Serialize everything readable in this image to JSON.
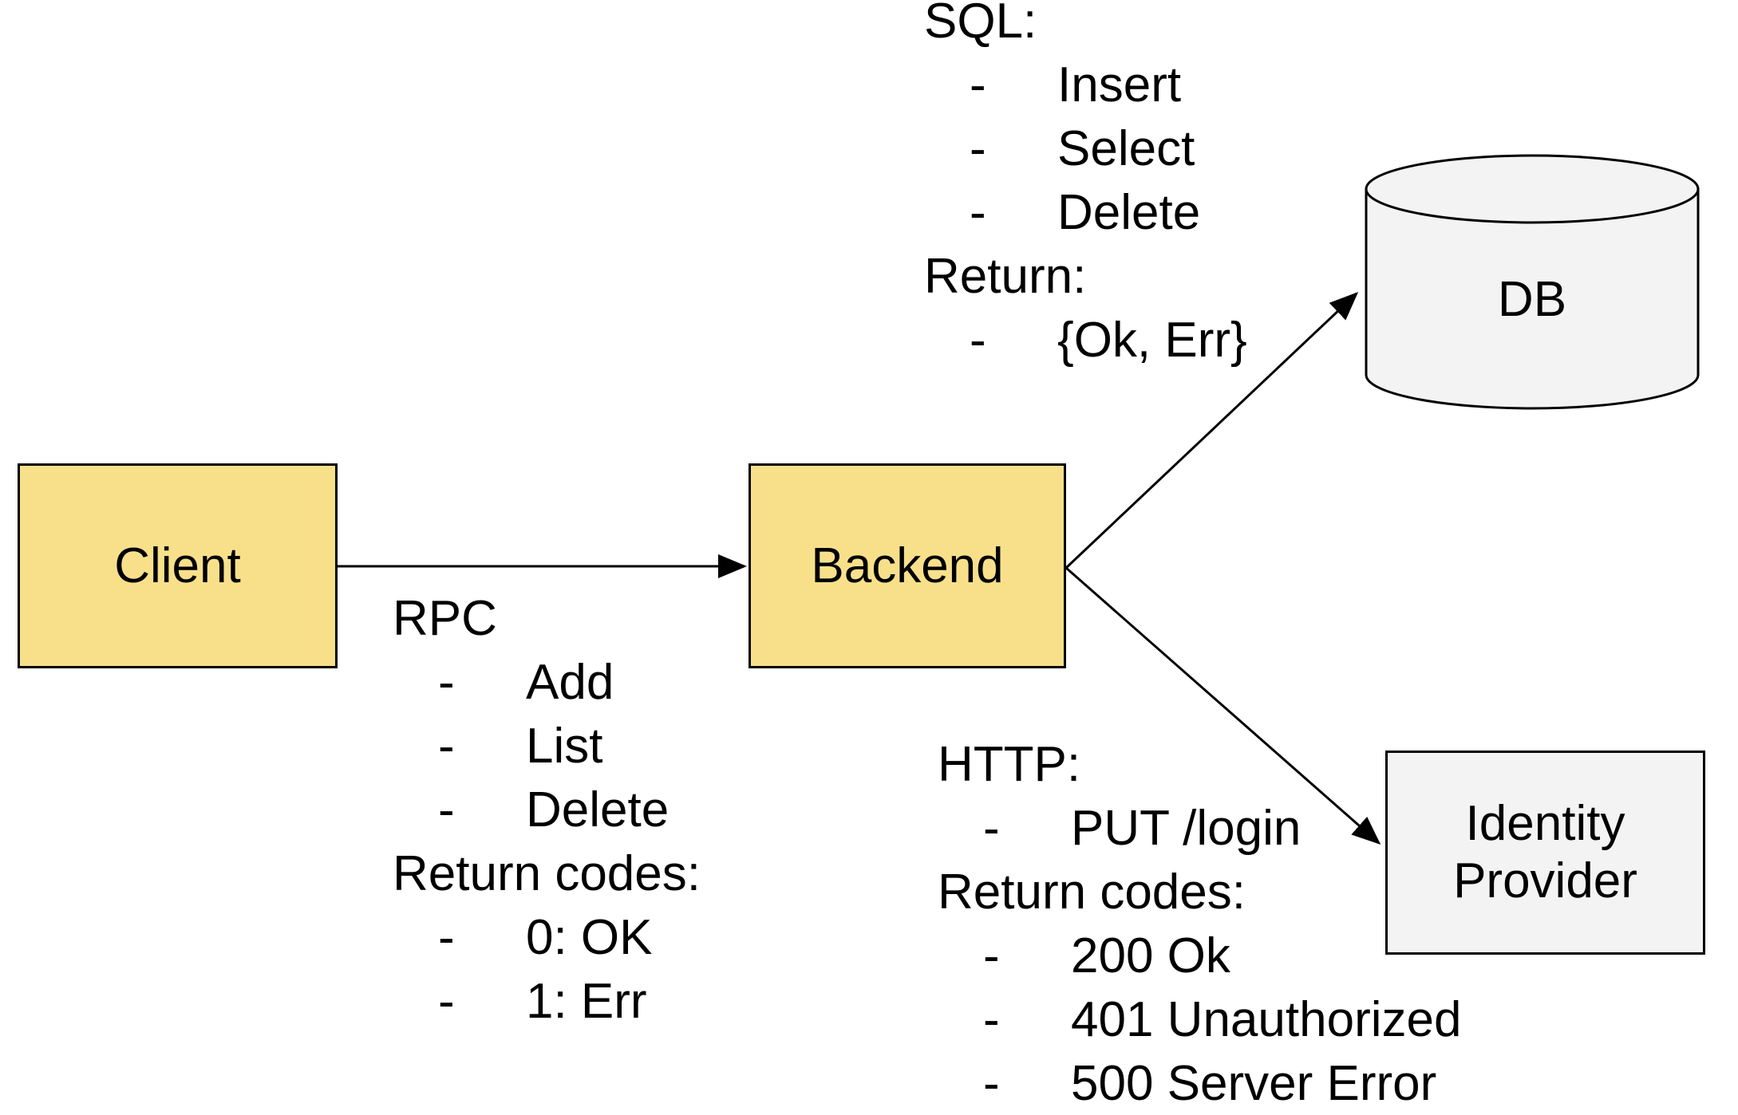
{
  "ui": {
    "bullet_char": "-"
  },
  "colors": {
    "node_yellow": "#F8E08B",
    "node_gray": "#F3F3F3",
    "stroke": "#000000",
    "background": "#FFFFFF"
  },
  "nodes": {
    "client": {
      "label": "Client"
    },
    "backend": {
      "label": "Backend"
    },
    "db": {
      "label": "DB"
    },
    "identity_provider": {
      "label_lines": [
        "Identity",
        "Provider"
      ]
    }
  },
  "annotations": {
    "sql": {
      "title": "SQL:",
      "items": [
        "Insert",
        "Select",
        "Delete"
      ],
      "return_title": "Return:",
      "return_items": [
        "{Ok, Err}"
      ]
    },
    "rpc": {
      "title": "RPC",
      "items": [
        "Add",
        "List",
        "Delete"
      ],
      "return_title": "Return codes:",
      "return_items": [
        "0: OK",
        "1: Err"
      ]
    },
    "http": {
      "title": "HTTP:",
      "items": [
        "PUT /login"
      ],
      "return_title": "Return codes:",
      "return_items": [
        "200 Ok",
        "401 Unauthorized",
        "500 Server Error"
      ]
    }
  }
}
